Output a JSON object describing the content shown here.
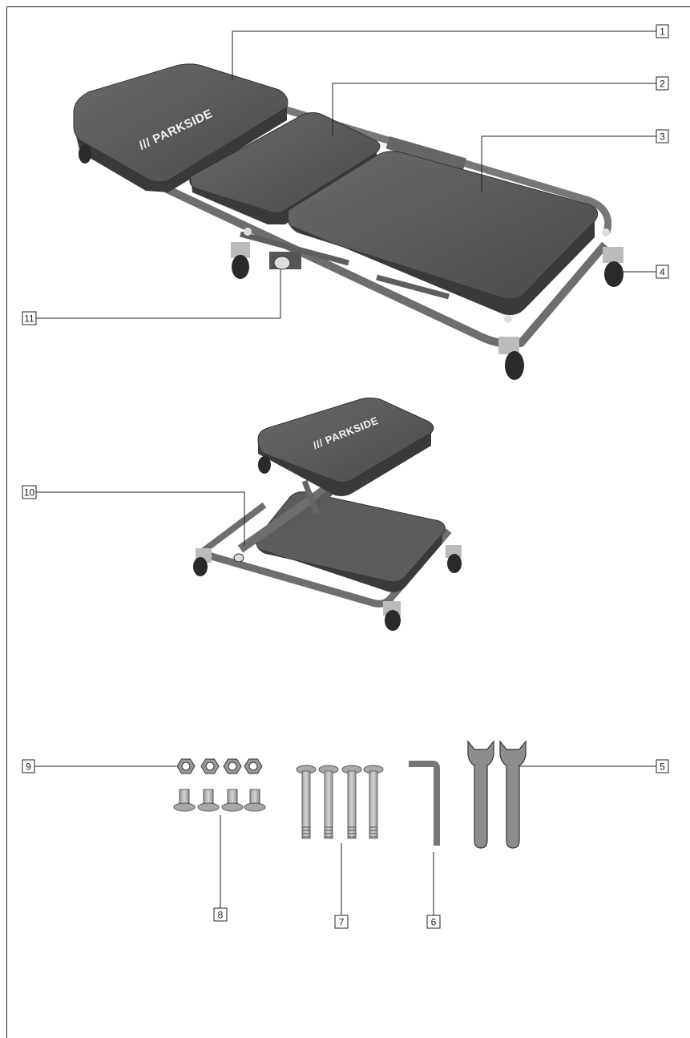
{
  "brand": {
    "logo_text": "/// PARKSIDE"
  },
  "callouts": {
    "c1": "1",
    "c2": "2",
    "c3": "3",
    "c4": "4",
    "c5": "5",
    "c6": "6",
    "c7": "7",
    "c8": "8",
    "c9": "9",
    "c10": "10",
    "c11": "11"
  },
  "colors": {
    "frame": "#707070",
    "frame_dark": "#4a4a4a",
    "pad": "#5a5a5a",
    "pad_dark": "#3c3c3c",
    "metal": "#b8b8b8",
    "wheel": "#2a2a2a"
  }
}
